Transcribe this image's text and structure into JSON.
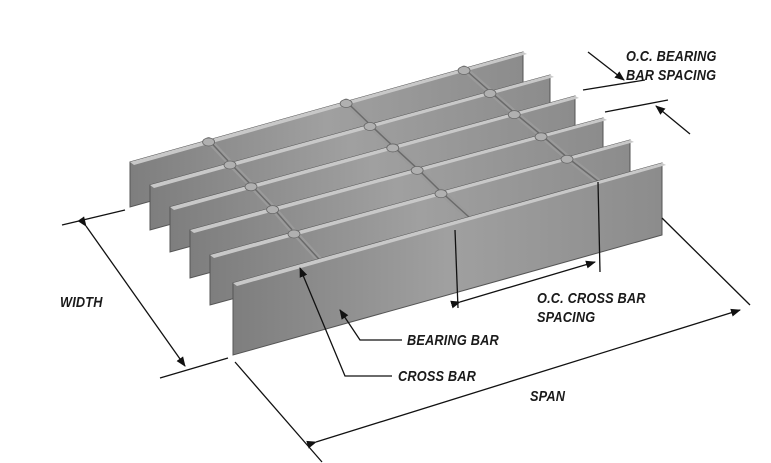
{
  "labels": {
    "oc_bearing_bar_spacing": [
      "O.C. BEARING",
      "BAR SPACING"
    ],
    "width": "WIDTH",
    "oc_cross_bar_spacing": [
      "O.C. CROSS BAR",
      "SPACING"
    ],
    "bearing_bar": "BEARING BAR",
    "cross_bar": "CROSS BAR",
    "span": "SPAN"
  },
  "colors": {
    "bar_face": "#8a8a8a",
    "bar_top": "#b5b5b5",
    "line": "#111111"
  }
}
